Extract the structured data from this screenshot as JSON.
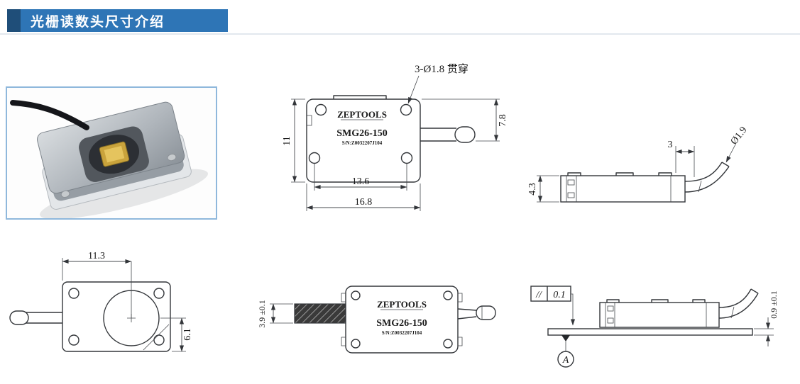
{
  "header": {
    "title": "光栅读数头尺寸介绍"
  },
  "product_label": {
    "brand": "ZEPTOOLS",
    "model": "SMG26-150",
    "serial": "S/N:Z0032207J104"
  },
  "front_view": {
    "hole_note": "3-Ø1.8 贯穿",
    "dim_height": "11",
    "dim_cable_height": "7.8",
    "dim_hole_span": "13.6",
    "dim_width": "16.8"
  },
  "right_view": {
    "dim_height": "4.3",
    "dim_cable_offset": "3",
    "dim_cable_dia": "Ø1.9"
  },
  "left_view": {
    "dim_lens_offset": "11.3",
    "dim_lens_bottom": "6.1"
  },
  "top_view": {
    "dim_cable_dia": "3.9 ±0.1"
  },
  "mounted_view": {
    "tolerance_symbol": "//",
    "tolerance_value": "0.1",
    "datum_label": "A",
    "dim_gap": "0.9 ±0.1"
  },
  "colors": {
    "banner_blue": "#2e75b6",
    "accent_navy": "#1f4e79",
    "photo_border_blue": "#8fb8dc",
    "line_dark": "#33363a"
  }
}
